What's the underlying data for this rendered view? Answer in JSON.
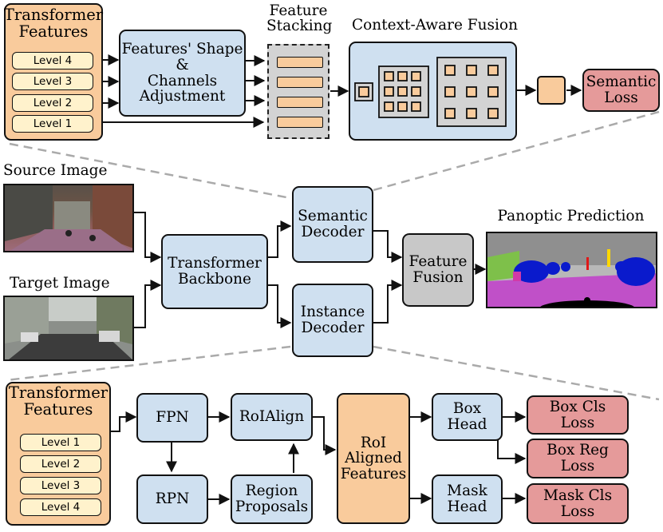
{
  "top": {
    "transformer_features": "Transformer\nFeatures",
    "levels": [
      "Level 4",
      "Level 3",
      "Level 2",
      "Level 1"
    ],
    "shape_adjust": "Features' Shape\n&\nChannels\nAdjustment",
    "feature_stacking": "Feature\nStacking",
    "context_aware_fusion": "Context-Aware Fusion",
    "semantic_loss": "Semantic\nLoss"
  },
  "middle": {
    "source_image": "Source Image",
    "target_image": "Target Image",
    "backbone": "Transformer\nBackbone",
    "semantic_decoder": "Semantic\nDecoder",
    "instance_decoder": "Instance\nDecoder",
    "feature_fusion": "Feature\nFusion",
    "panoptic_prediction": "Panoptic Prediction"
  },
  "bottom": {
    "transformer_features": "Transformer\nFeatures",
    "levels": [
      "Level 1",
      "Level 2",
      "Level 3",
      "Level 4"
    ],
    "fpn": "FPN",
    "rpn": "RPN",
    "roialign": "RoIAlign",
    "region_proposals": "Region\nProposals",
    "roi_aligned_features": "RoI\nAligned\nFeatures",
    "box_head": "Box\nHead",
    "mask_head": "Mask\nHead",
    "box_cls_loss": "Box Cls\nLoss",
    "box_reg_loss": "Box Reg\nLoss",
    "mask_cls_loss": "Mask Cls\nLoss"
  },
  "colors": {
    "module_blue": "#cfe0f0",
    "feature_peach": "#f9cb9c",
    "level_yellow": "#fff2cc",
    "loss_red": "#e59a9a",
    "fusion_gray": "#c8c8c8"
  }
}
